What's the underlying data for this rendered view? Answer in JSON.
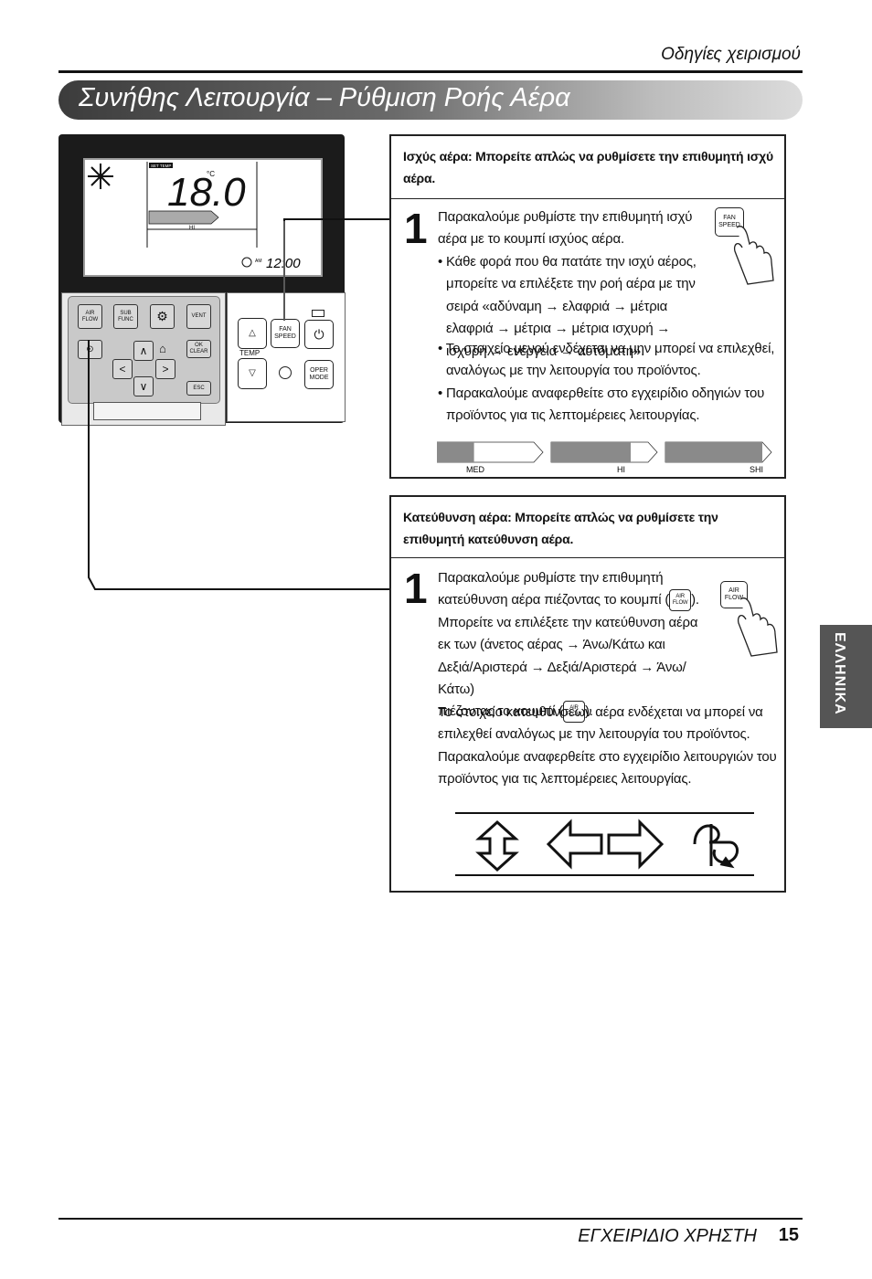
{
  "header": {
    "title": "Οδηγίες χειρισμού"
  },
  "section_title": "Συνήθης Λειτουργία – Ρύθμιση Ροής Αέρα",
  "remote": {
    "lcd": {
      "set_temp": "SET TEMP",
      "temperature": "18.0",
      "unit": "°C",
      "fan_level": "HI",
      "am": "AM",
      "time": "12:00"
    },
    "buttons": {
      "air_flow": "AIR FLOW",
      "sub_func": "SUB FUNC",
      "vent": "VENT",
      "ok_clear": "OK CLEAR",
      "esc": "ESC",
      "fan_speed": "FAN SPEED",
      "temp": "TEMP",
      "oper_mode": "OPER MODE"
    }
  },
  "fan_box": {
    "heading": "Ισχύς αέρα: Μπορείτε απλώς να ρυθμίσετε την επιθυμητή ισχύ αέρα.",
    "step": "1",
    "intro": "Παρακαλούμε ρυθμίστε την επιθυμητή ισχύ αέρα με το κουμπί ισχύος αέρα.",
    "bullets": [
      "• Κάθε φορά που θα πατάτε την ισχύ αέρος, μπορείτε να επιλέξετε την ροή αέρα με την σειρά «αδύναμη → ελαφριά → μέτρια ελαφριά → μέτρια → μέτρια ισχυρή → ισχυρή → ενέργεια → αυτόματη».",
      "• Το στοιχείο μενού ενδέχεται να μην μπορεί να επιλεχθεί, αναλόγως με την λειτουργία του προϊόντος.",
      "• Παρακαλούμε αναφερθείτε στο εγχειρίδιο οδηγιών του προϊόντος για τις λεπτομέρειες λειτουργίας."
    ],
    "button_label": "FAN SPEED",
    "levels": [
      {
        "label": "MED",
        "fill": 0.35
      },
      {
        "label": "HI",
        "fill": 0.75
      },
      {
        "label": "SHI",
        "fill": 1.0
      }
    ]
  },
  "air_box": {
    "heading": "Κατεύθυνση αέρα: Μπορείτε απλώς να ρυθμίσετε την επιθυμητή κατεύθυνση αέρα.",
    "step": "1",
    "line1": "Παρακαλούμε ρυθμίστε την επιθυμητή",
    "line2a": "κατεύθυνση αέρα πιέζοντας το κουμπί (",
    "line2b": ").",
    "line3": "Μπορείτε να επιλέξετε την κατεύθυνση αέρα",
    "line4": "εκ των (άνετος αέρας → Άνω/Κάτω και",
    "line5": "Δεξιά/Αριστερά → Δεξιά/Αριστερά → Άνω/Κάτω)",
    "line6a": "πιέζοντας το κουμπί (",
    "line6b": ").",
    "rest": "Το στοιχείο κατευθύνσεων αέρα ενδέχεται να μπορεί να επιλεχθεί αναλόγως με την λειτουργία του προϊόντος. Παρακαλούμε αναφερθείτε στο εγχειρίδιο λειτουργιών του προϊόντος για τις λεπτομέρειες λειτουργίας.",
    "button_label": "AIR FLOW"
  },
  "side_tab": "ΕΛΛΗΝΙΚΑ",
  "footer": {
    "manual": "ΕΓΧΕΙΡΙΔΙΟ ΧΡΗΣΤΗ",
    "page": "15"
  }
}
